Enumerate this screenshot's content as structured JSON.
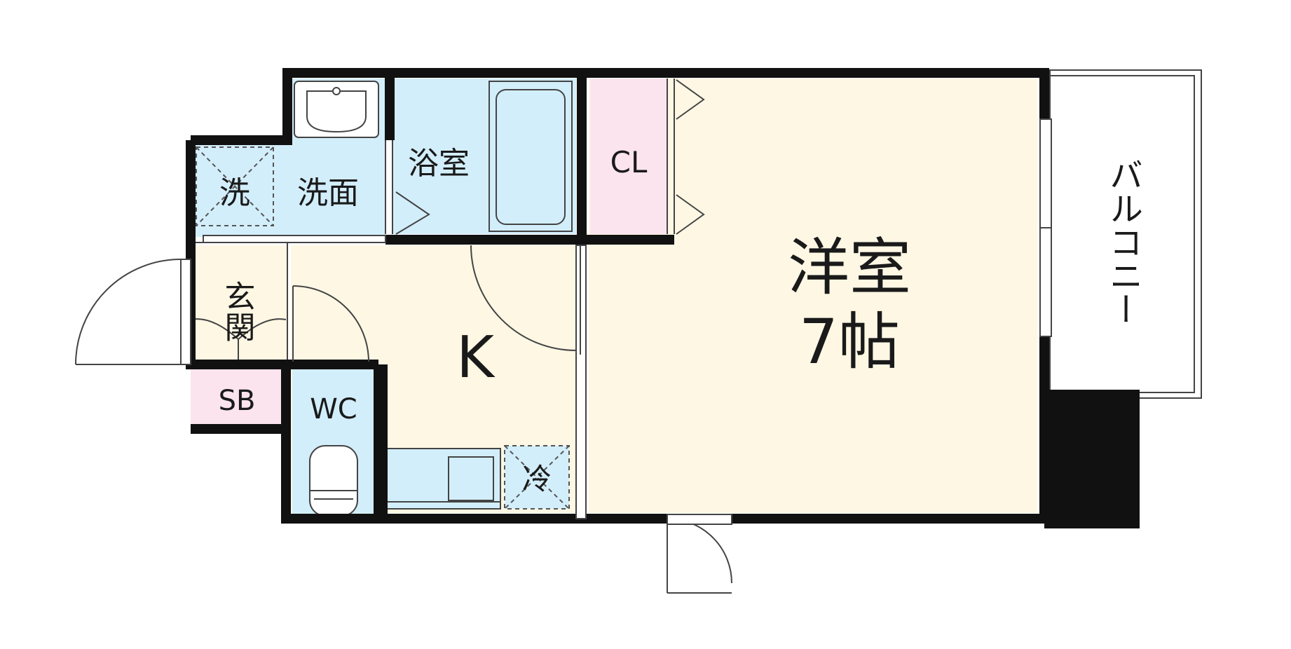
{
  "colors": {
    "wall": "#111111",
    "wet_area": "#d3eefb",
    "living": "#fdf7e4",
    "storage": "#fbe4ee",
    "line": "#444444"
  },
  "labels": {
    "washer": "洗",
    "washroom": "洗面",
    "bathroom": "浴室",
    "closet": "CL",
    "western_room": "洋室",
    "room_size": "7帖",
    "balcony": "バルコニー",
    "entrance": "玄関",
    "kitchen": "K",
    "shoe_box": "SB",
    "toilet": "WC",
    "fridge": "冷"
  }
}
